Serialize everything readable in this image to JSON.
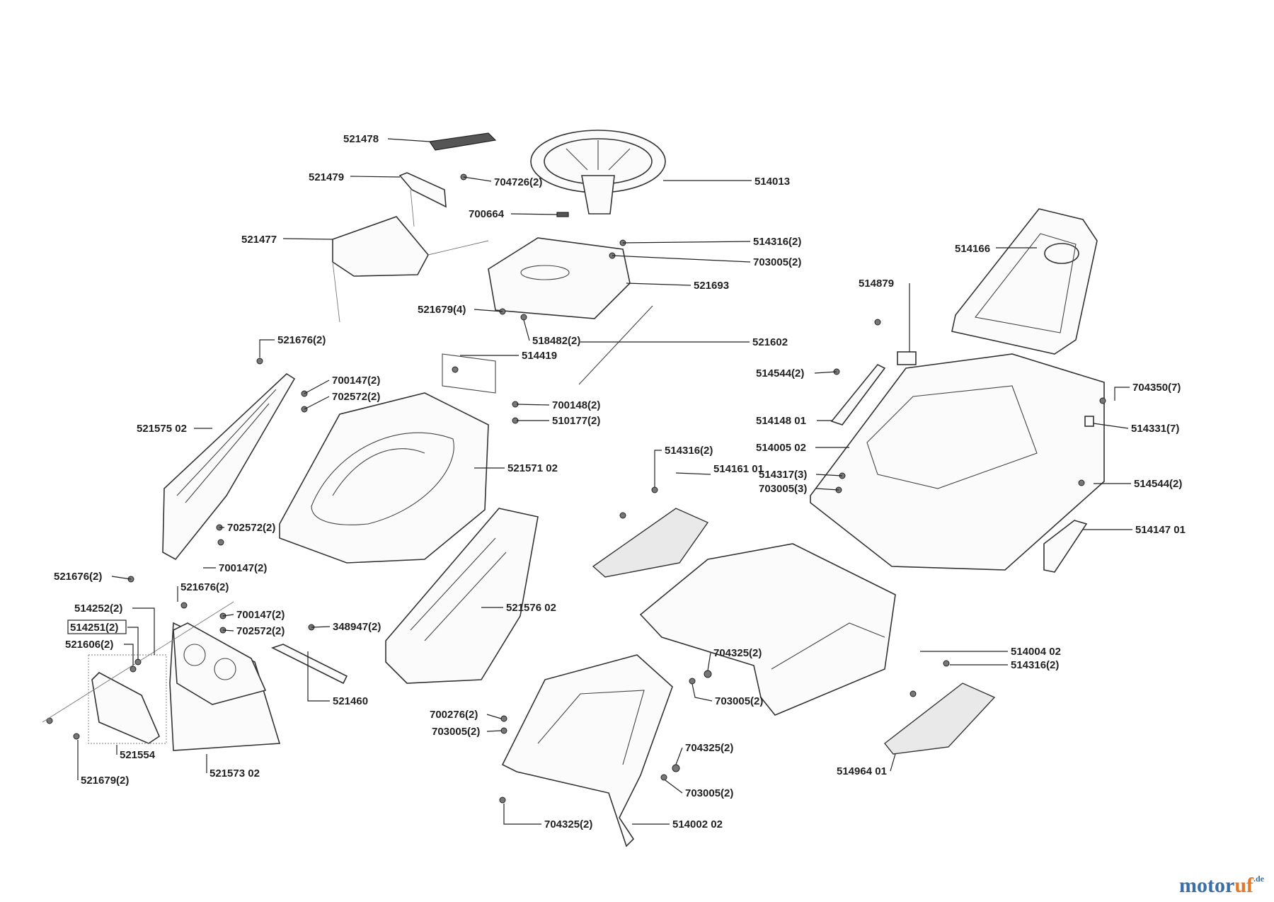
{
  "watermark": {
    "main_blue": "motor",
    "main_orange": "uf",
    "suffix": ".de"
  },
  "colors": {
    "brand_blue": "#3a6ea8",
    "brand_orange": "#e0792a"
  },
  "labels": [
    {
      "id": "l1",
      "text": "521478"
    },
    {
      "id": "l2",
      "text": "521479"
    },
    {
      "id": "l3",
      "text": "704726(2)"
    },
    {
      "id": "l4",
      "text": "514013"
    },
    {
      "id": "l5",
      "text": "700664"
    },
    {
      "id": "l6",
      "text": "521477"
    },
    {
      "id": "l7",
      "text": "514316(2)"
    },
    {
      "id": "l8",
      "text": "703005(2)"
    },
    {
      "id": "l9",
      "text": "514166"
    },
    {
      "id": "l10",
      "text": "521693"
    },
    {
      "id": "l11",
      "text": "514879"
    },
    {
      "id": "l12",
      "text": "521679(4)"
    },
    {
      "id": "l13",
      "text": "518482(2)"
    },
    {
      "id": "l14",
      "text": "521602"
    },
    {
      "id": "l15",
      "text": "521676(2)"
    },
    {
      "id": "l16",
      "text": "514419"
    },
    {
      "id": "l17",
      "text": "514544(2)"
    },
    {
      "id": "l18",
      "text": "700147(2)"
    },
    {
      "id": "l19",
      "text": "702572(2)"
    },
    {
      "id": "l20",
      "text": "704350(7)"
    },
    {
      "id": "l21",
      "text": "700148(2)"
    },
    {
      "id": "l22",
      "text": "510177(2)"
    },
    {
      "id": "l23",
      "text": "514148 01"
    },
    {
      "id": "l24",
      "text": "514331(7)"
    },
    {
      "id": "l25",
      "text": "521575 02"
    },
    {
      "id": "l26",
      "text": "514005 02"
    },
    {
      "id": "l27",
      "text": "514316(2)"
    },
    {
      "id": "l28",
      "text": "521571 02"
    },
    {
      "id": "l29",
      "text": "514161 01"
    },
    {
      "id": "l30",
      "text": "514317(3)"
    },
    {
      "id": "l31",
      "text": "703005(3)"
    },
    {
      "id": "l32",
      "text": "514544(2)"
    },
    {
      "id": "l33",
      "text": "702572(2)"
    },
    {
      "id": "l34",
      "text": "514147 01"
    },
    {
      "id": "l35",
      "text": "700147(2)"
    },
    {
      "id": "l36",
      "text": "521676(2)"
    },
    {
      "id": "l37",
      "text": "521676(2)"
    },
    {
      "id": "l38",
      "text": "514252(2)"
    },
    {
      "id": "l39",
      "text": "700147(2)"
    },
    {
      "id": "l40",
      "text": "521576 02"
    },
    {
      "id": "l41",
      "text": "514251(2)"
    },
    {
      "id": "l42",
      "text": "348947(2)"
    },
    {
      "id": "l43",
      "text": "702572(2)"
    },
    {
      "id": "l44",
      "text": "521606(2)"
    },
    {
      "id": "l45",
      "text": "704325(2)"
    },
    {
      "id": "l46",
      "text": "514004 02"
    },
    {
      "id": "l47",
      "text": "514316(2)"
    },
    {
      "id": "l48",
      "text": "521460"
    },
    {
      "id": "l49",
      "text": "703005(2)"
    },
    {
      "id": "l50",
      "text": "700276(2)"
    },
    {
      "id": "l51",
      "text": "703005(2)"
    },
    {
      "id": "l52",
      "text": "704325(2)"
    },
    {
      "id": "l53",
      "text": "521554"
    },
    {
      "id": "l54",
      "text": "521573 02"
    },
    {
      "id": "l55",
      "text": "514964 01"
    },
    {
      "id": "l56",
      "text": "521679(2)"
    },
    {
      "id": "l57",
      "text": "703005(2)"
    },
    {
      "id": "l58",
      "text": "704325(2)"
    },
    {
      "id": "l59",
      "text": "514002 02"
    }
  ]
}
